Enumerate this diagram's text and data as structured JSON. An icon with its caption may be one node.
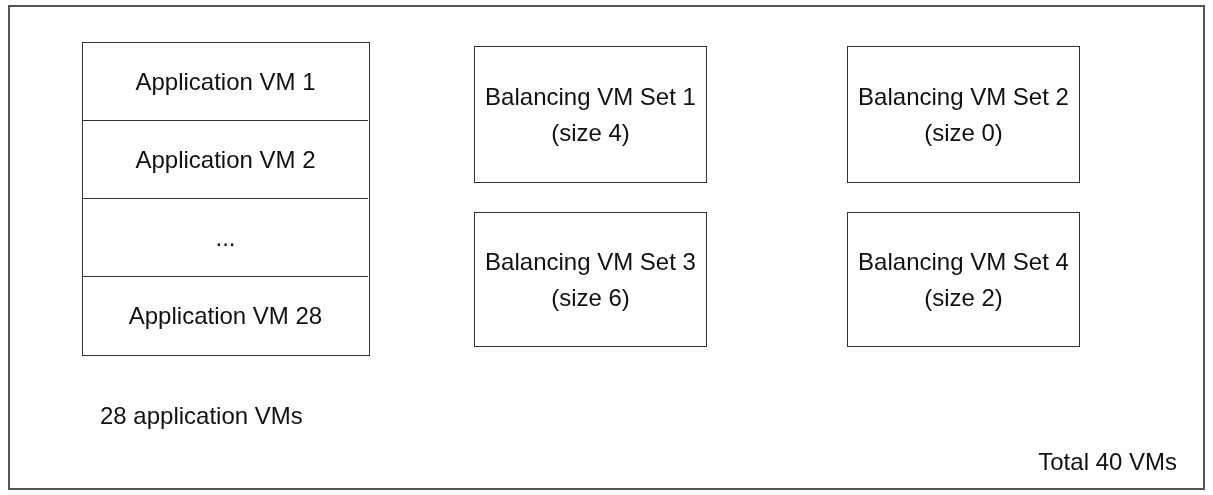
{
  "diagram": {
    "nodes": [
      {
        "text": [
          "Total 40 VMs"
        ]
      },
      {
        "text": [],
        "shape": "box",
        "in": 0,
        "beside": [
          "28 application VMs"
        ]
      },
      {
        "text": [
          "Application VM 1"
        ],
        "in": 1
      },
      {
        "text": [
          "Application VM 2"
        ],
        "in": 1
      },
      {
        "text": [
          "..."
        ],
        "in": 1
      },
      {
        "text": [
          "Application VM 28"
        ],
        "in": 1
      },
      {
        "text": [
          "Balancing VM Set 1 (size 4)"
        ],
        "in": 0
      },
      {
        "text": [
          "Balancing VM Set 2 (size 0)"
        ],
        "in": 0
      },
      {
        "text": [
          "Balancing VM Set 3 (size 6)"
        ],
        "in": 0
      },
      {
        "text": [
          "Balancing VM Set 4 (size 2)"
        ],
        "in": 0
      }
    ],
    "edges": []
  }
}
